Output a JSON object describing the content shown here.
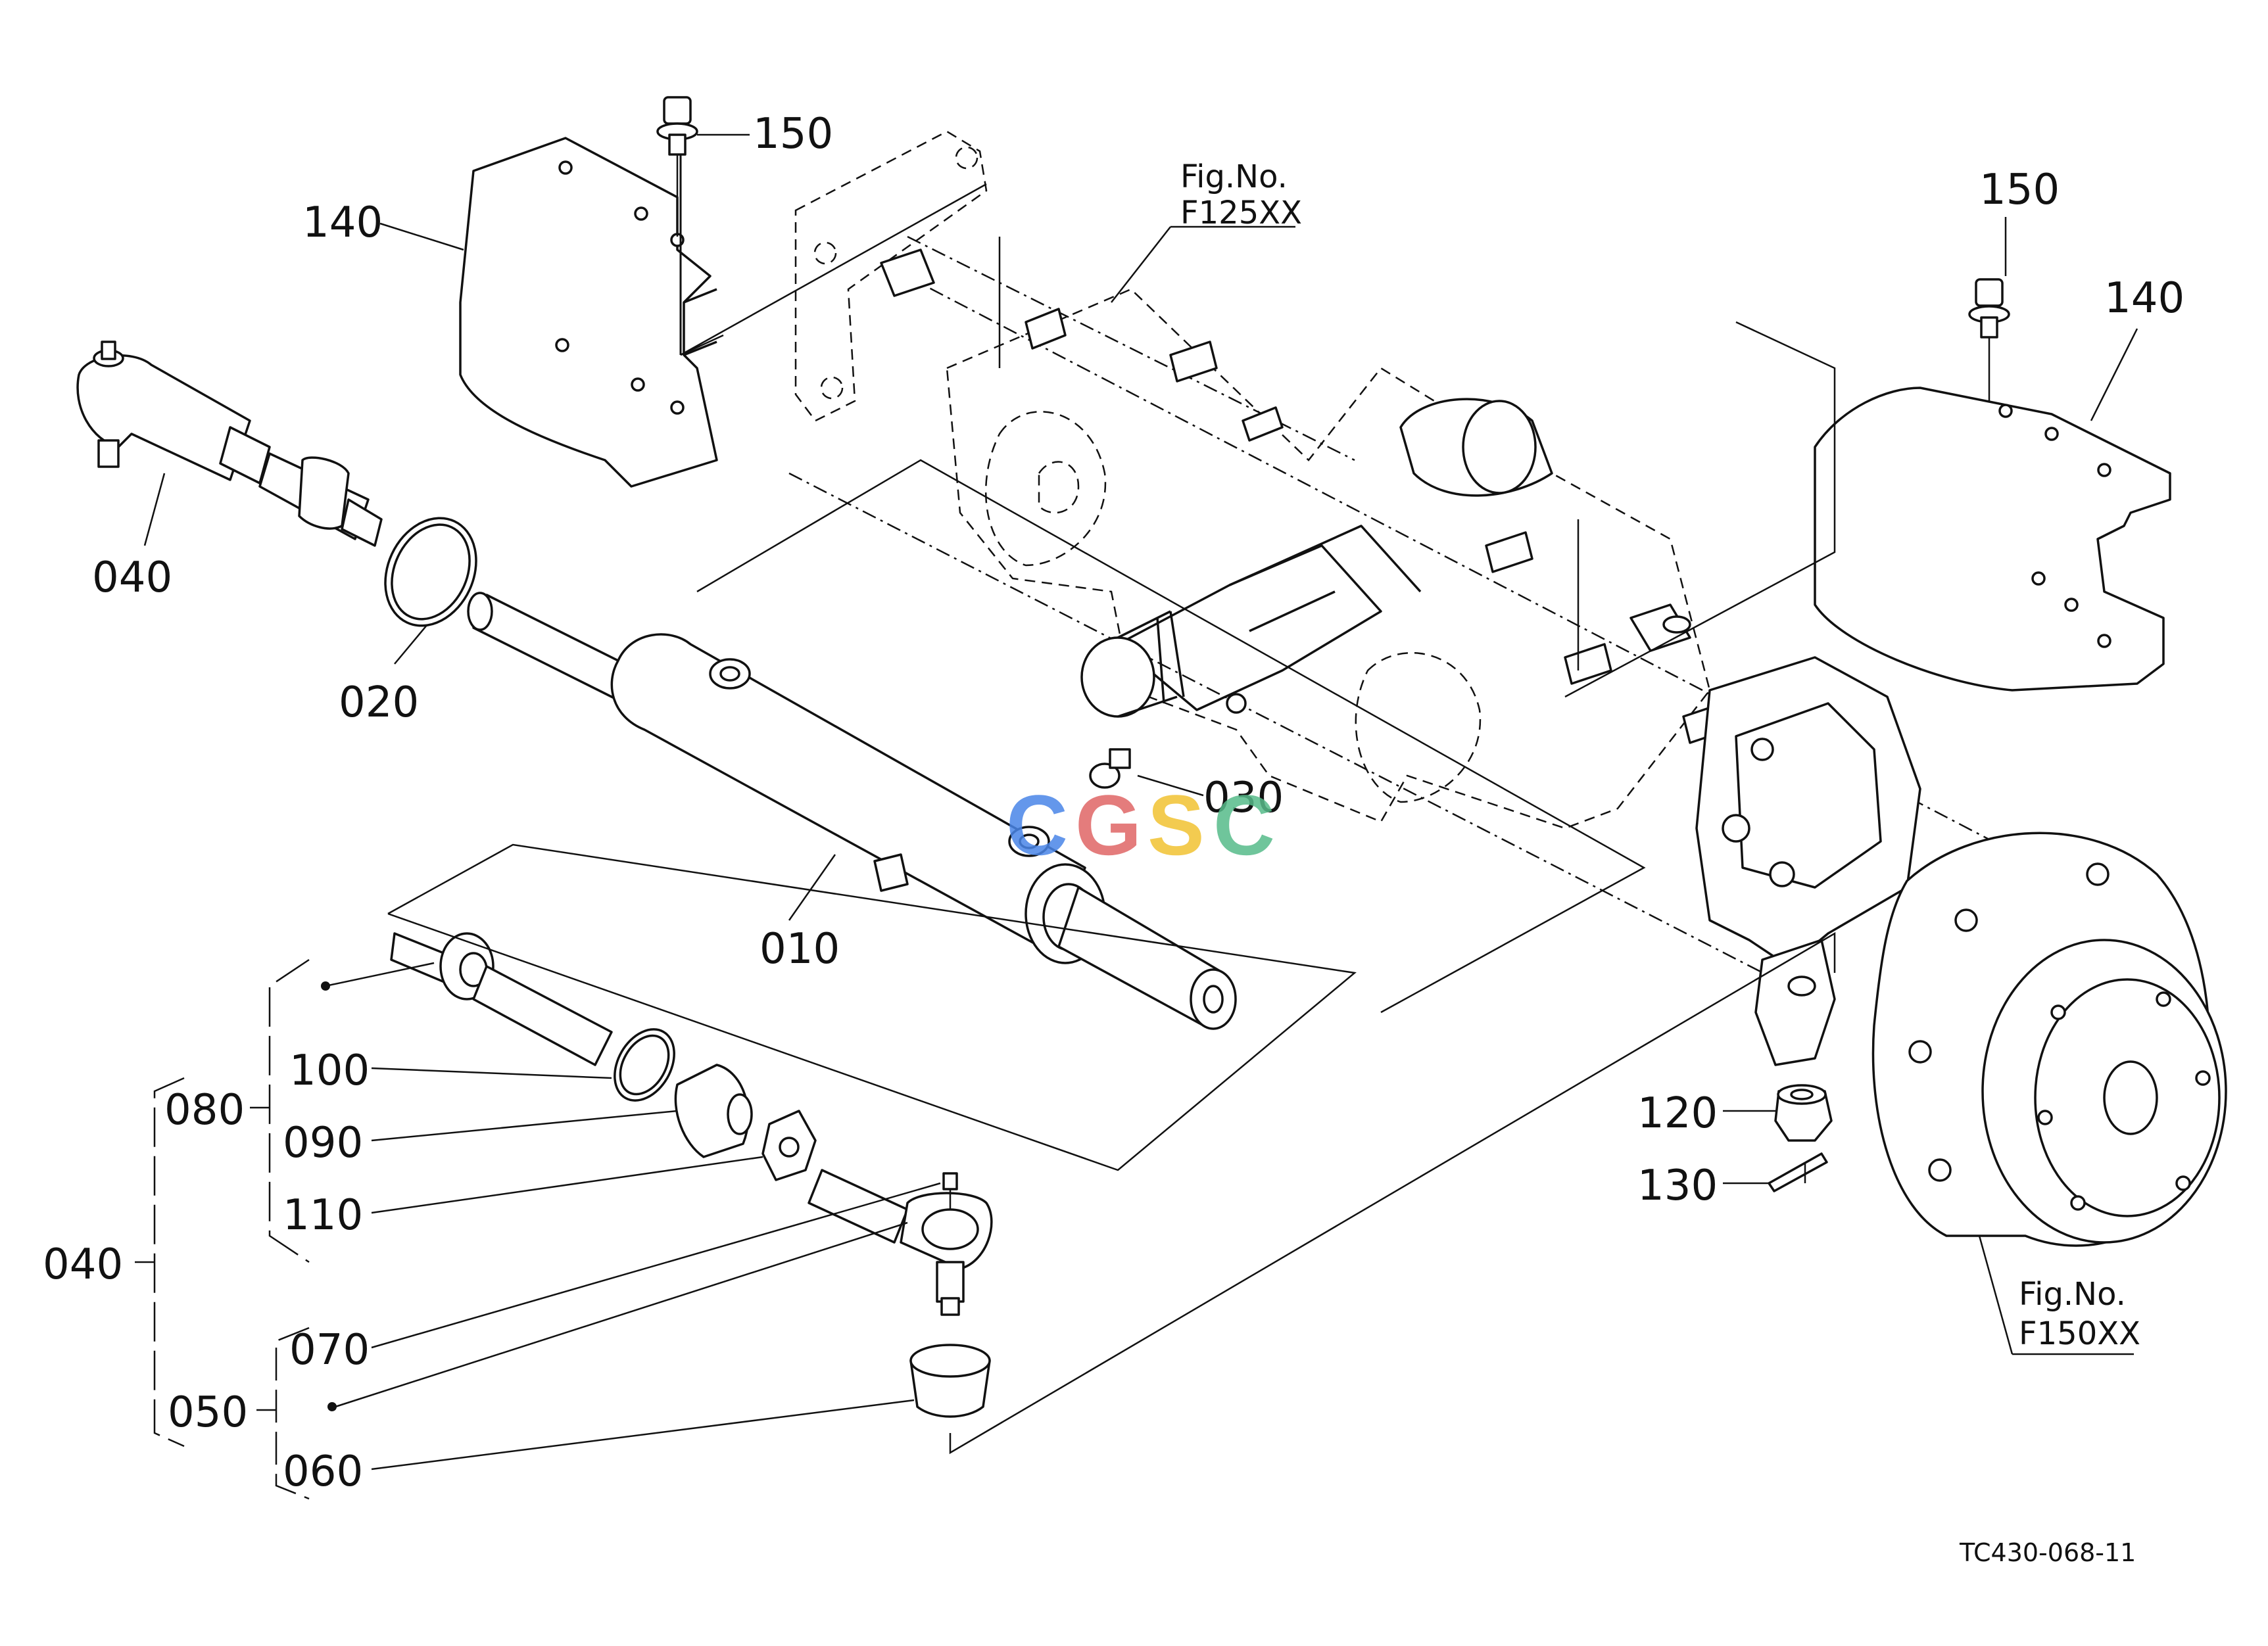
{
  "labels": {
    "p150_top": "150",
    "p140_left": "140",
    "p150_right": "150",
    "p140_right": "140",
    "p040_top": "040",
    "p020": "020",
    "p030": "030",
    "p010": "010",
    "p100": "100",
    "p080": "080",
    "p090": "090",
    "p110": "110",
    "p040_group": "040",
    "p070": "070",
    "p050": "050",
    "p060": "060",
    "p120": "120",
    "p130": "130"
  },
  "figrefs": {
    "top_title": "Fig.No.",
    "top_code": "F125XX",
    "bottom_title": "Fig.No.",
    "bottom_code": "F150XX"
  },
  "drawing_code": "TC430-068-11",
  "watermark": {
    "text": "CGSC",
    "letters": [
      "C",
      "G",
      "S",
      "C"
    ],
    "colors": [
      "#4a86e8",
      "#e06666",
      "#f1c232",
      "#57bb8a"
    ]
  }
}
